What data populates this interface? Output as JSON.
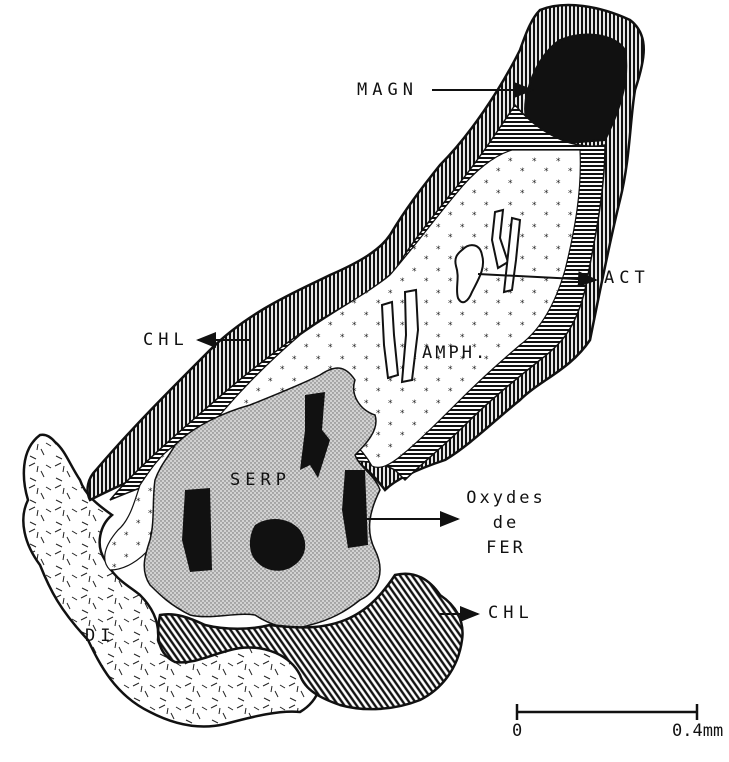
{
  "labels": {
    "magn": "MAGN",
    "act": "ACT",
    "chl_left": "CHL",
    "amph": "AMPH.",
    "serp": "SERP",
    "oxydes_1": "Oxydes",
    "oxydes_2": "de",
    "oxydes_3": "FER",
    "chl_bottom": "CHL",
    "di": "DI"
  },
  "scale_bar": {
    "start_label": "0",
    "end_label": "0.4mm"
  },
  "colors": {
    "ink": "#111111",
    "paper": "#ffffff",
    "serp_fill": "#c9c9c9"
  }
}
